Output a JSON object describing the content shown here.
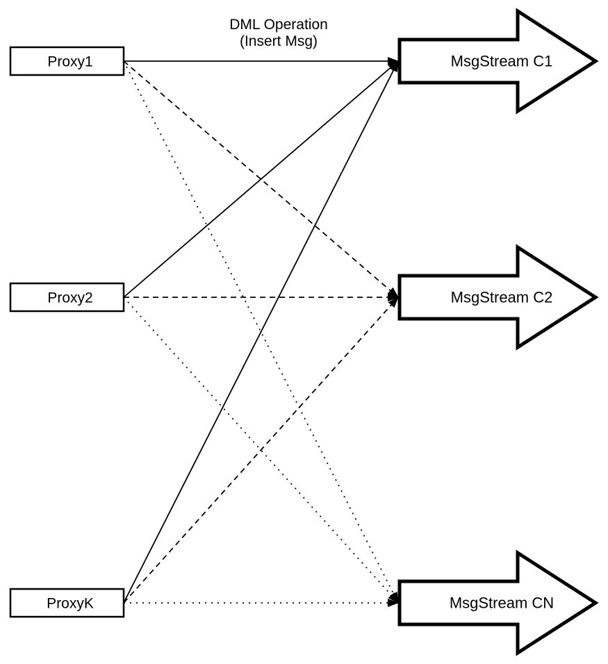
{
  "diagram": {
    "title": {
      "line1": "DML Operation",
      "line2": "(Insert Msg)"
    },
    "proxies": [
      {
        "id": "P1",
        "label": "Proxy1"
      },
      {
        "id": "P2",
        "label": "Proxy2"
      },
      {
        "id": "PK",
        "label": "ProxyK"
      }
    ],
    "streams": [
      {
        "id": "C1",
        "label": "MsgStream C1"
      },
      {
        "id": "C2",
        "label": "MsgStream C2"
      },
      {
        "id": "CN",
        "label": "MsgStream CN"
      }
    ],
    "edges": [
      {
        "from": "P1",
        "to": "C1",
        "style": "solid"
      },
      {
        "from": "P2",
        "to": "C1",
        "style": "solid"
      },
      {
        "from": "PK",
        "to": "C1",
        "style": "solid"
      },
      {
        "from": "P1",
        "to": "C2",
        "style": "dashed"
      },
      {
        "from": "P2",
        "to": "C2",
        "style": "dashed"
      },
      {
        "from": "PK",
        "to": "C2",
        "style": "dashed"
      },
      {
        "from": "P1",
        "to": "CN",
        "style": "dotted"
      },
      {
        "from": "P2",
        "to": "CN",
        "style": "dotted"
      },
      {
        "from": "PK",
        "to": "CN",
        "style": "dotted"
      }
    ],
    "colors": {
      "stroke": "#000000",
      "fill": "#ffffff",
      "background": "#ffffff"
    }
  }
}
